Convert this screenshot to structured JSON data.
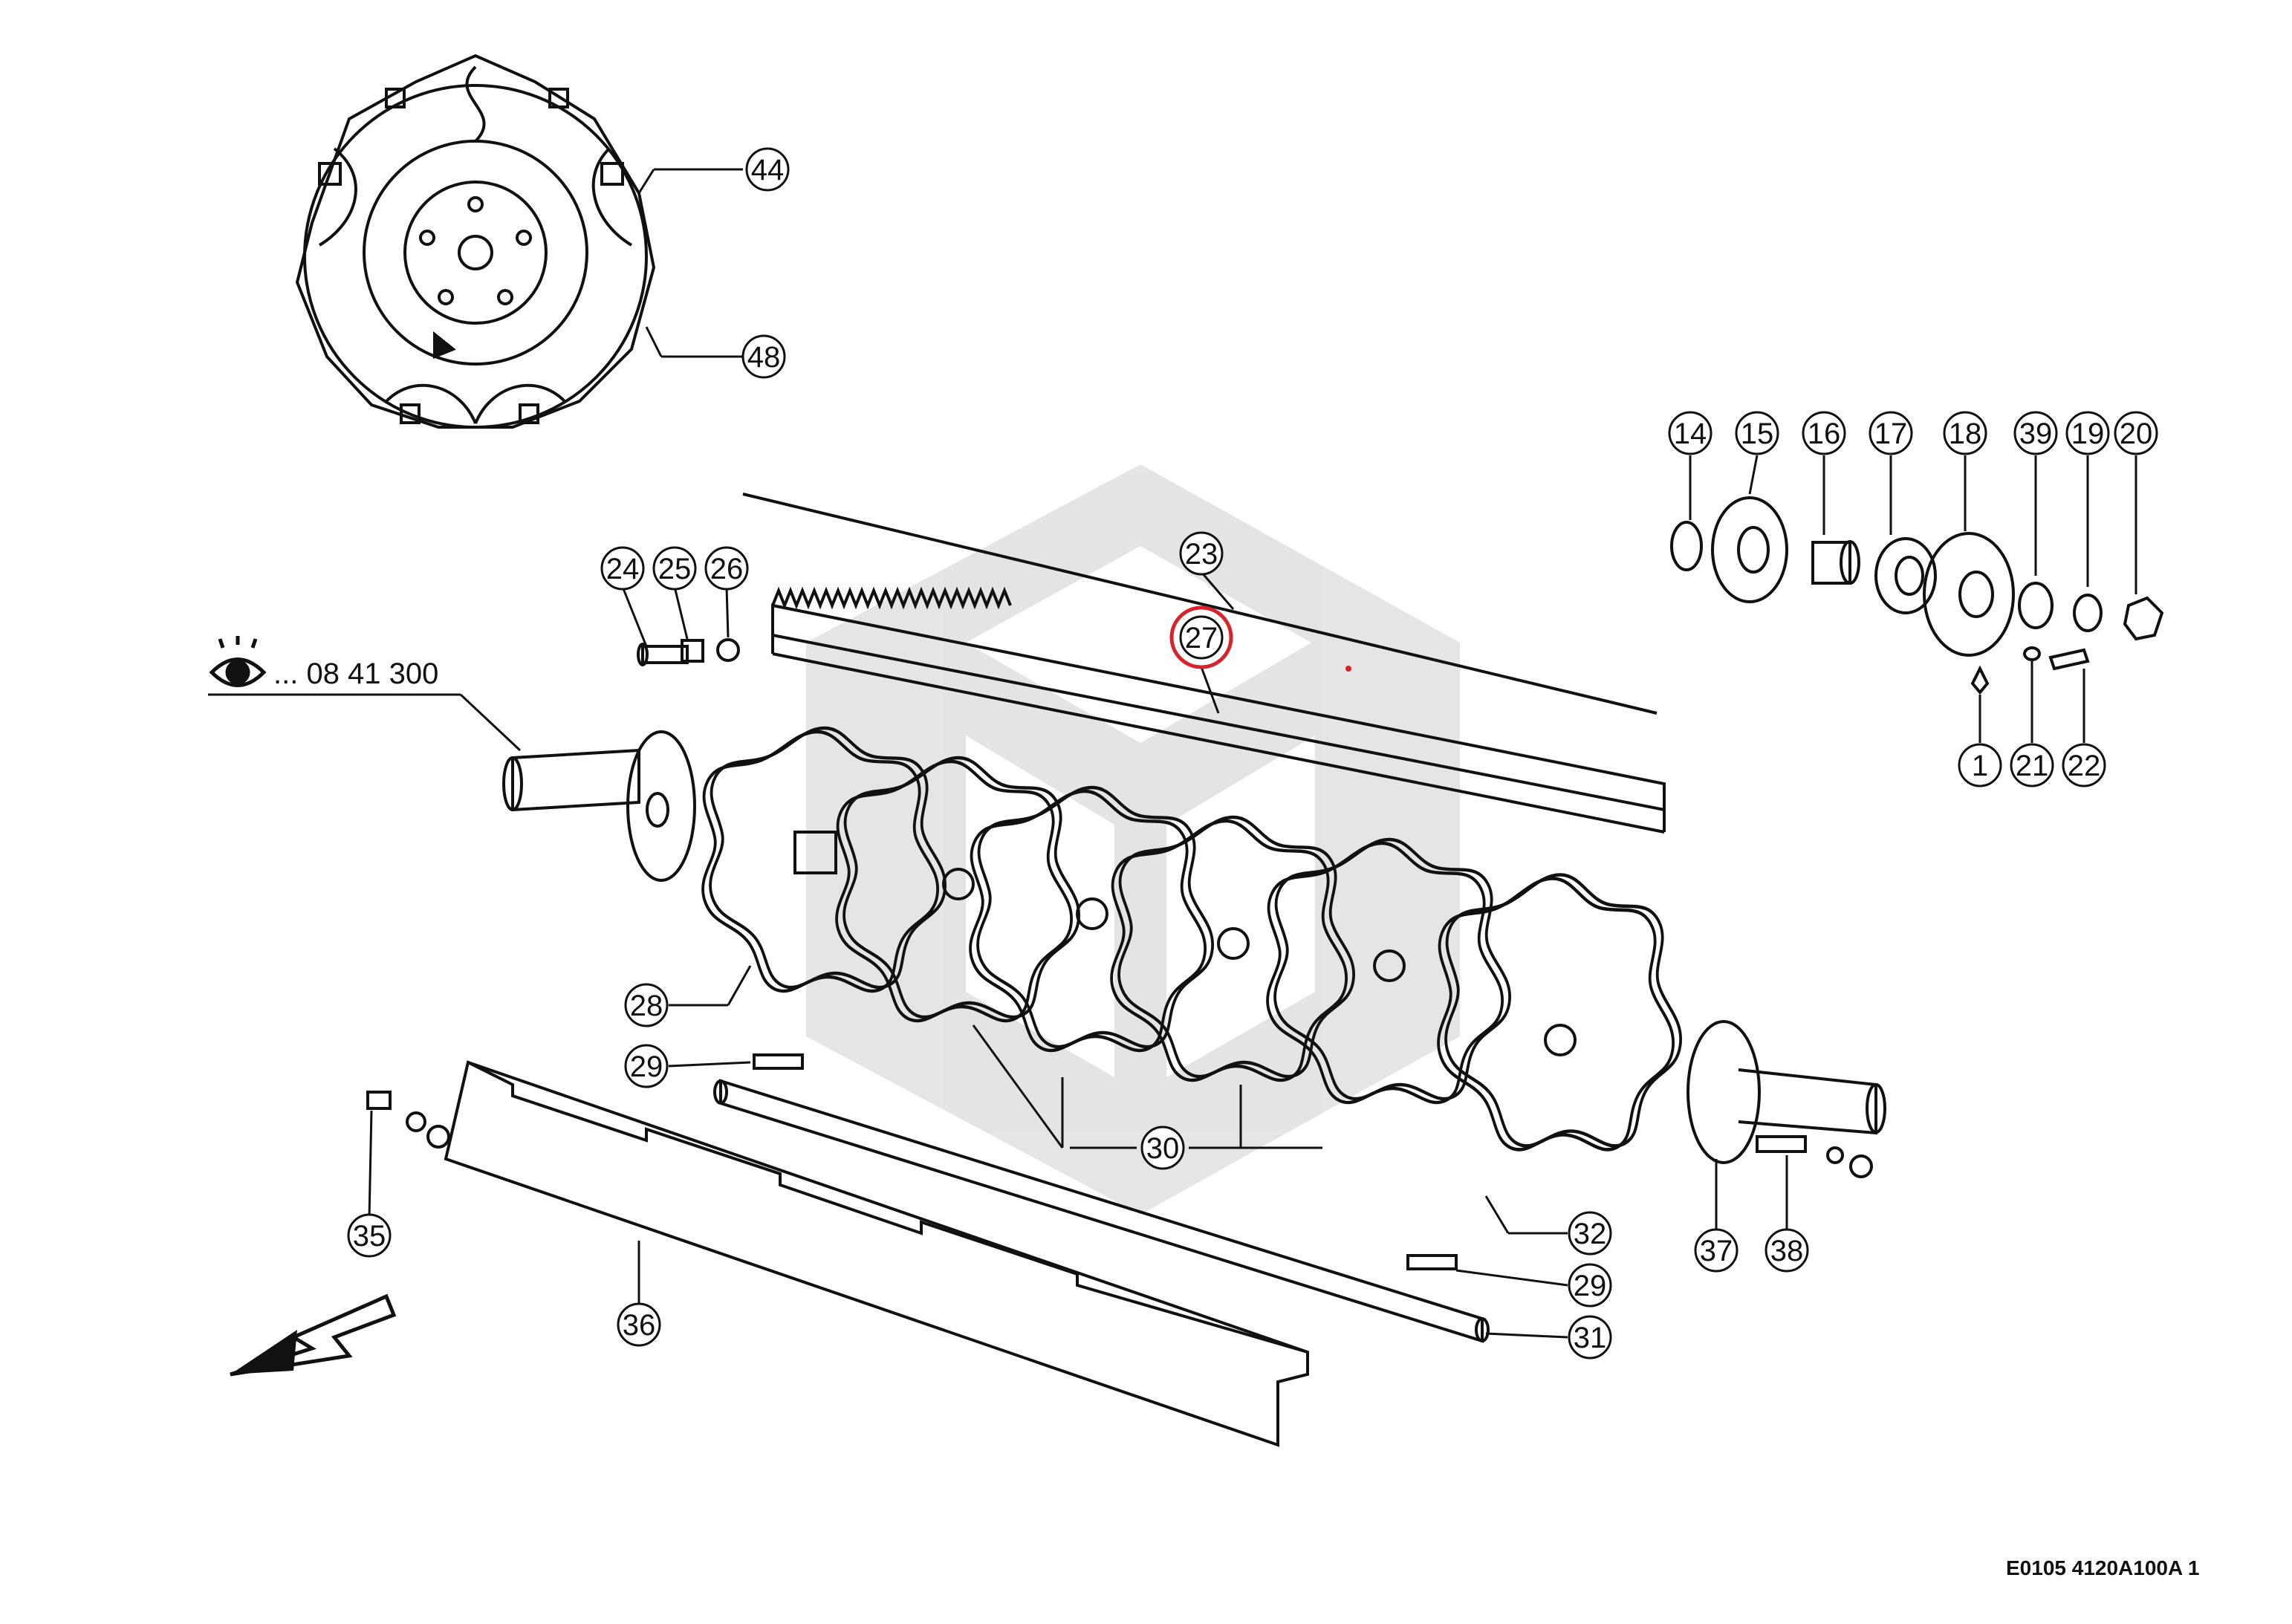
{
  "drawing": {
    "reference_text": "... 08 41 300",
    "drawing_code": "E0105 4120A100A 1",
    "highlight_color": "#d9232a",
    "line_color": "#111111",
    "watermark_color": "#d9d9d9",
    "eye_icon": "eye-icon",
    "direction_icon": "arrow-down-left-icon"
  },
  "callouts": [
    {
      "id": "c44",
      "label": "44"
    },
    {
      "id": "c48",
      "label": "48"
    },
    {
      "id": "c14",
      "label": "14"
    },
    {
      "id": "c15",
      "label": "15"
    },
    {
      "id": "c16",
      "label": "16"
    },
    {
      "id": "c17",
      "label": "17"
    },
    {
      "id": "c18",
      "label": "18"
    },
    {
      "id": "c39",
      "label": "39"
    },
    {
      "id": "c19",
      "label": "19"
    },
    {
      "id": "c20",
      "label": "20"
    },
    {
      "id": "c1",
      "label": "1"
    },
    {
      "id": "c21",
      "label": "21"
    },
    {
      "id": "c22",
      "label": "22"
    },
    {
      "id": "c23",
      "label": "23"
    },
    {
      "id": "c27",
      "label": "27",
      "highlighted": true
    },
    {
      "id": "c24",
      "label": "24"
    },
    {
      "id": "c25",
      "label": "25"
    },
    {
      "id": "c26",
      "label": "26"
    },
    {
      "id": "c28",
      "label": "28"
    },
    {
      "id": "c29a",
      "label": "29"
    },
    {
      "id": "c30",
      "label": "30"
    },
    {
      "id": "c32",
      "label": "32"
    },
    {
      "id": "c29b",
      "label": "29"
    },
    {
      "id": "c31",
      "label": "31"
    },
    {
      "id": "c35",
      "label": "35"
    },
    {
      "id": "c36",
      "label": "36"
    },
    {
      "id": "c37",
      "label": "37"
    },
    {
      "id": "c38",
      "label": "38"
    }
  ]
}
